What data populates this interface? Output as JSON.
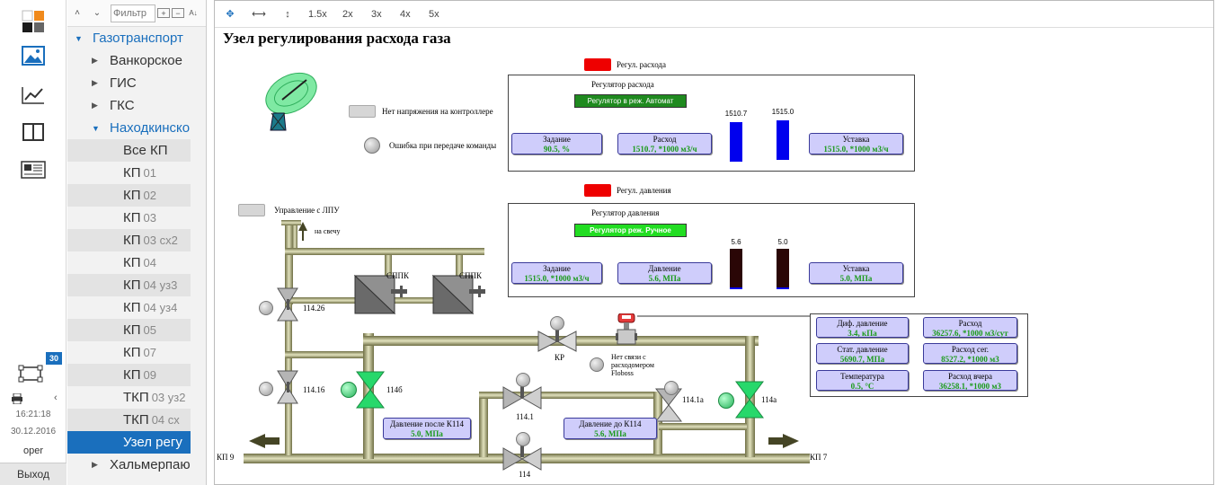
{
  "rail": {
    "badge": "30",
    "time": "16:21:18",
    "date": "30.12.2016",
    "user": "oper",
    "logout": "Выход"
  },
  "tree": {
    "filter_placeholder": "Фильтр",
    "nodes": [
      {
        "label": "Газотранспорт",
        "num": ""
      },
      {
        "label": "Ванкорское",
        "num": ""
      },
      {
        "label": "ГИС",
        "num": ""
      },
      {
        "label": "ГКС",
        "num": ""
      },
      {
        "label": "Находкинско",
        "num": ""
      },
      {
        "label": "Все КП",
        "num": ""
      },
      {
        "label": "КП",
        "num": "01"
      },
      {
        "label": "КП",
        "num": "02"
      },
      {
        "label": "КП",
        "num": "03"
      },
      {
        "label": "КП",
        "num": "03 сх2"
      },
      {
        "label": "КП",
        "num": "04"
      },
      {
        "label": "КП",
        "num": "04 уз3"
      },
      {
        "label": "КП",
        "num": "04 уз4"
      },
      {
        "label": "КП",
        "num": "05"
      },
      {
        "label": "КП",
        "num": "07"
      },
      {
        "label": "КП",
        "num": "09"
      },
      {
        "label": "ТКП",
        "num": "03 уз2"
      },
      {
        "label": "ТКП",
        "num": "04 сх"
      },
      {
        "label": "Узел регу",
        "num": ""
      },
      {
        "label": "Хальмерпаю",
        "num": ""
      }
    ]
  },
  "toolbar": {
    "zoom": [
      "1.5x",
      "2x",
      "3x",
      "4x",
      "5x"
    ]
  },
  "scheme": {
    "title": "Узел регулирования расхода газа",
    "no_power": "Нет напряжения на контроллере",
    "cmd_error": "Ошибка при передаче команды",
    "ldu_control": "Управление с ЛПУ",
    "to_candle": "на свечу",
    "sppk": "СППК",
    "flow_reg": {
      "indicator": "Регул. расхода",
      "title": "Регулятор расхода",
      "mode": "Регулятор в реж. Автомат",
      "setpoint_label": "Задание",
      "setpoint_value": "90.5, %",
      "flow_label": "Расход",
      "flow_value": "1510.7, *1000 м3/ч",
      "bar1_value": "1510.7",
      "bar2_value": "1515.0",
      "target_label": "Уставка",
      "target_value": "1515.0, *1000 м3/ч"
    },
    "pressure_reg": {
      "indicator": "Регул. давления",
      "title": "Регулятор давления",
      "mode": "Регулятор реж. Ручное",
      "setpoint_label": "Задание",
      "setpoint_value": "1515.0, *1000 м3/ч",
      "pressure_label": "Давление",
      "pressure_value": "5.6, МПа",
      "bar1_value": "5.6",
      "bar2_value": "5.0",
      "target_label": "Уставка",
      "target_value": "5.0, МПа"
    },
    "meter": {
      "diff_label": "Диф. давление",
      "diff_value": "3.4, кПа",
      "flow_label": "Расход",
      "flow_value": "36257.6, *1000 м3/сут",
      "static_label": "Стат. давление",
      "static_value": "5690.7, МПа",
      "seg_label": "Расход сег.",
      "seg_value": "8527.2, *1000 м3",
      "temp_label": "Температура",
      "temp_value": "0.5, °С",
      "yest_label": "Расход вчера",
      "yest_value": "36258.1, *1000 м3"
    },
    "no_link": "Нет связи с расходомером Floboss",
    "kr": "КР",
    "valves": {
      "v11426": "114.26",
      "v11416": "114.16",
      "v114b": "114б",
      "v1141": "114.1",
      "v114": "114",
      "v1141a": "114.1а",
      "v114a": "114а"
    },
    "press_after": {
      "label": "Давление после К114",
      "value": "5.0, МПа"
    },
    "press_before": {
      "label": "Давление до К114",
      "value": "5.6, МПа"
    },
    "kp9": "КП 9",
    "kp7": "КП 7"
  },
  "colors": {
    "accent": "#1a6fbd",
    "pipe": "#a7a77a",
    "valve_green": "#27d86b",
    "bar_blue": "#0000ee",
    "bar_dark": "#2a0606"
  }
}
